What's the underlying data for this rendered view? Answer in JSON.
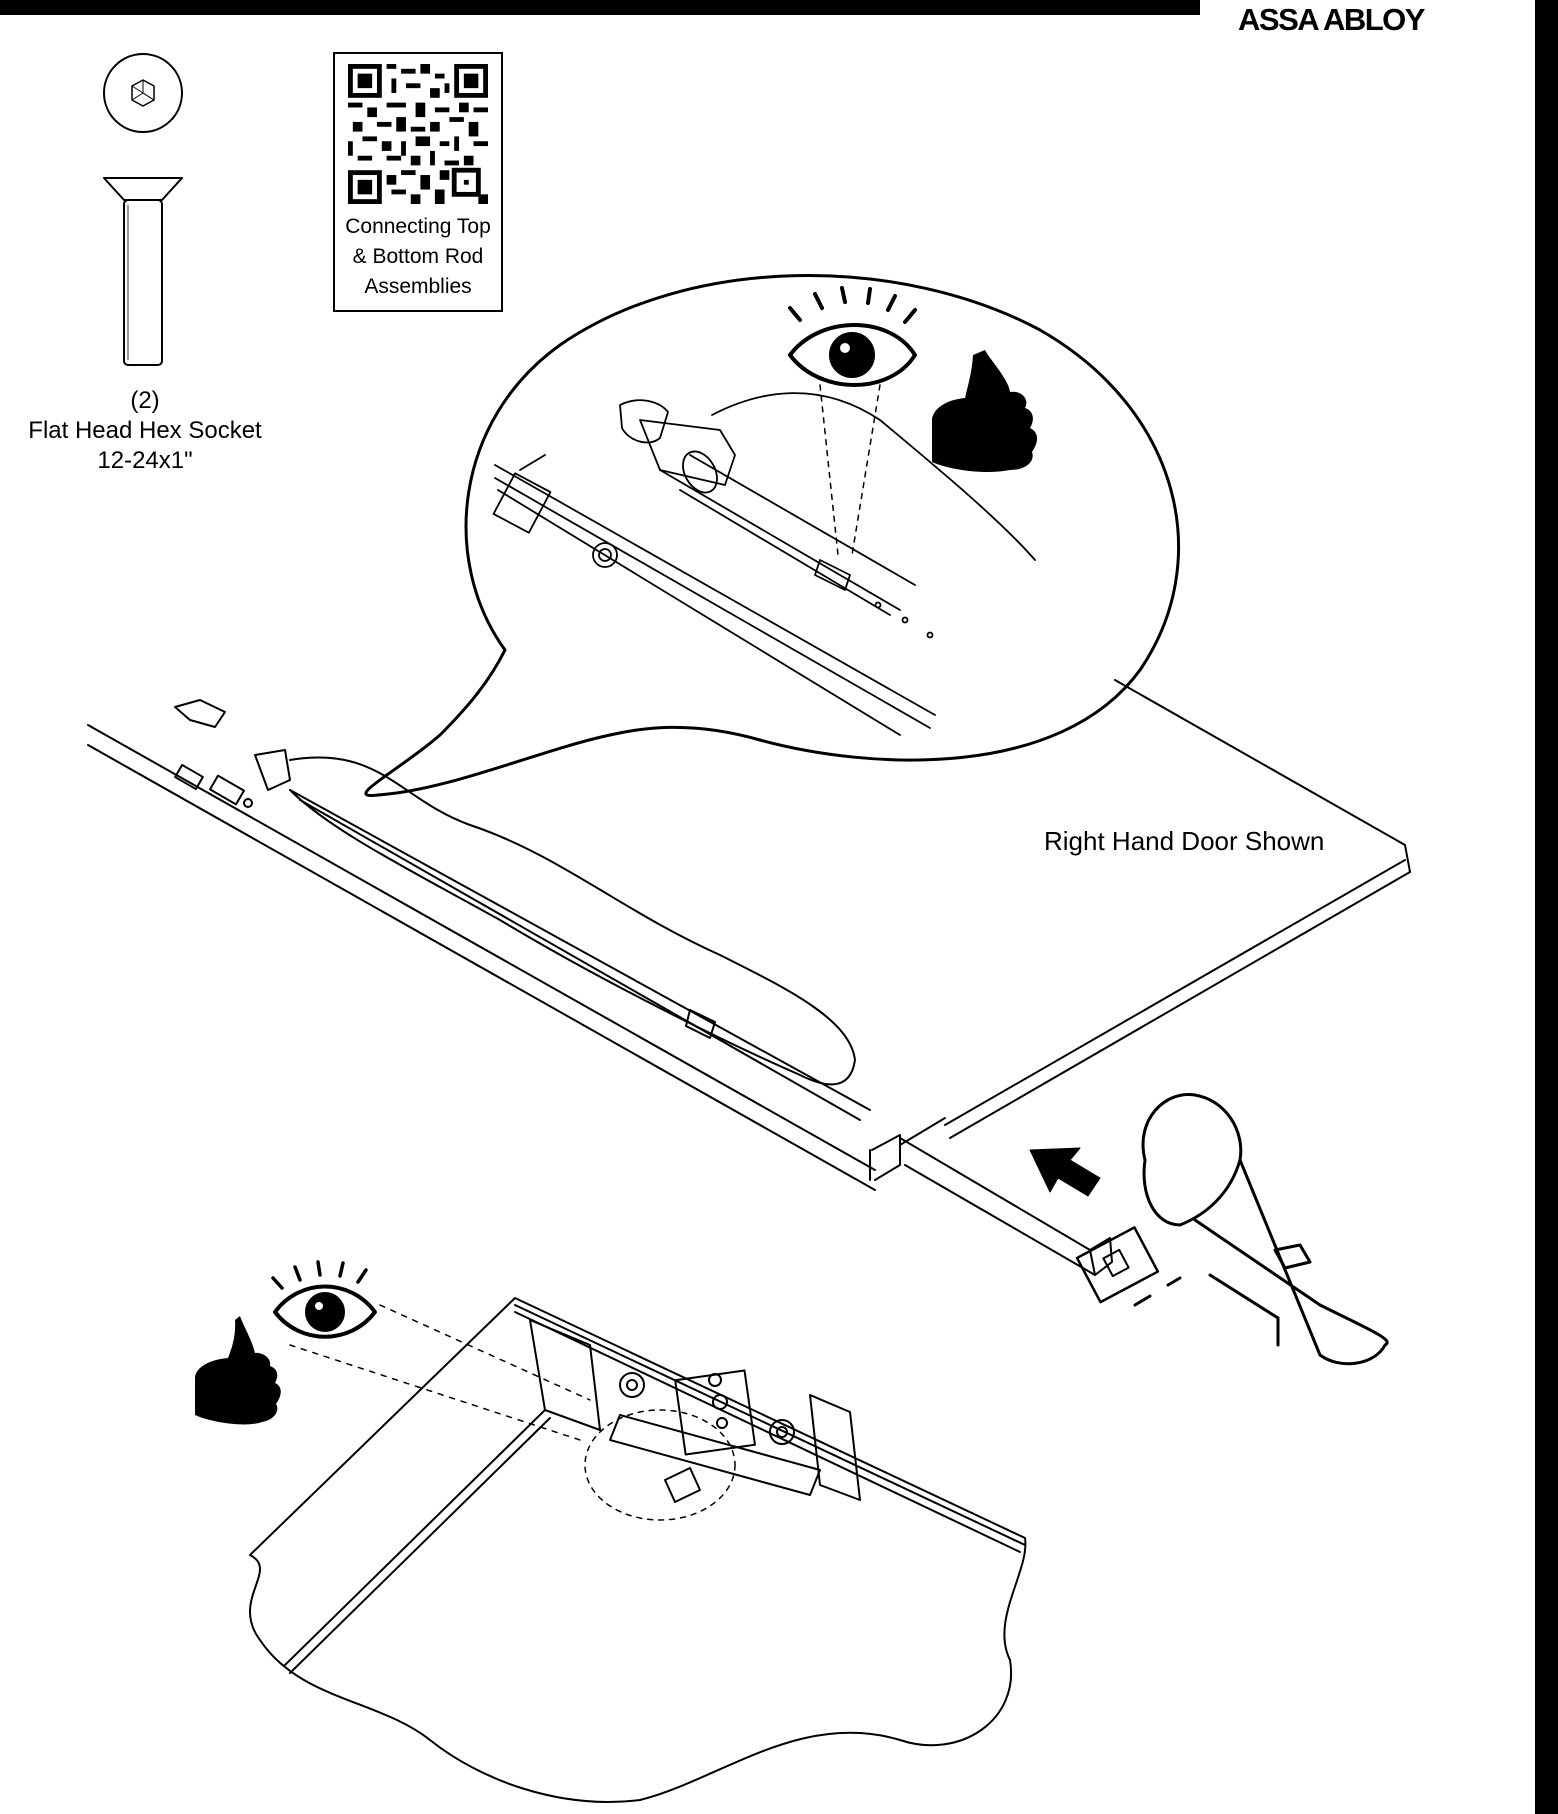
{
  "brand": {
    "name": "ASSA ABLOY"
  },
  "qr_panel": {
    "caption_lines": [
      "Connecting Top",
      "& Bottom Rod",
      "Assemblies"
    ]
  },
  "hardware": {
    "quantity": "(2)",
    "name": "Flat Head Hex Socket",
    "size": "12-24x1\""
  },
  "figure": {
    "door_label": "Right Hand Door Shown"
  },
  "icons": [
    "eye-icon",
    "thumbs-up-icon",
    "flashlight-icon",
    "arrow-icon",
    "hex-socket-icon",
    "qr-code"
  ],
  "colors": {
    "ink": "#000000",
    "paper": "#ffffff"
  }
}
